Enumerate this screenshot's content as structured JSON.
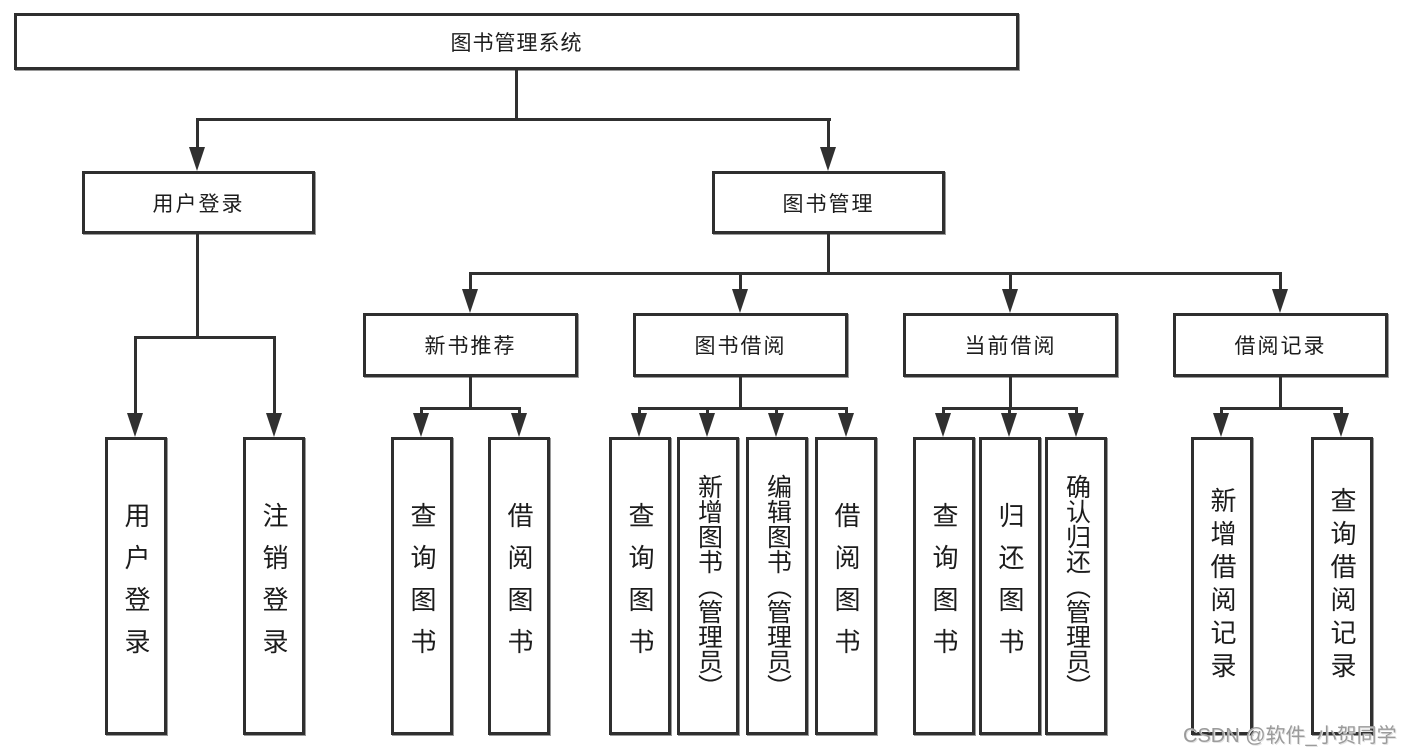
{
  "diagram": {
    "title": "图书管理系统",
    "tree": {
      "label": "图书管理系统",
      "children": [
        {
          "label": "用户登录",
          "children": [
            {
              "label": "用户登录"
            },
            {
              "label": "注销登录"
            }
          ]
        },
        {
          "label": "图书管理",
          "children": [
            {
              "label": "新书推荐",
              "children": [
                {
                  "label": "查询图书"
                },
                {
                  "label": "借阅图书"
                }
              ]
            },
            {
              "label": "图书借阅",
              "children": [
                {
                  "label": "查询图书"
                },
                {
                  "label": "新增图书（管理员）"
                },
                {
                  "label": "编辑图书（管理员）"
                },
                {
                  "label": "借阅图书"
                }
              ]
            },
            {
              "label": "当前借阅",
              "children": [
                {
                  "label": "查询图书"
                },
                {
                  "label": "归还图书"
                },
                {
                  "label": "确认归还（管理员）"
                }
              ]
            },
            {
              "label": "借阅记录",
              "children": [
                {
                  "label": "新增借阅记录"
                },
                {
                  "label": "查询借阅记录"
                }
              ]
            }
          ]
        }
      ]
    },
    "line_color": "#303030",
    "box_fill": "#ffffff",
    "text_color": "#1c1c1c"
  },
  "watermark": {
    "text": "CSDN @软件_小贺同学"
  }
}
